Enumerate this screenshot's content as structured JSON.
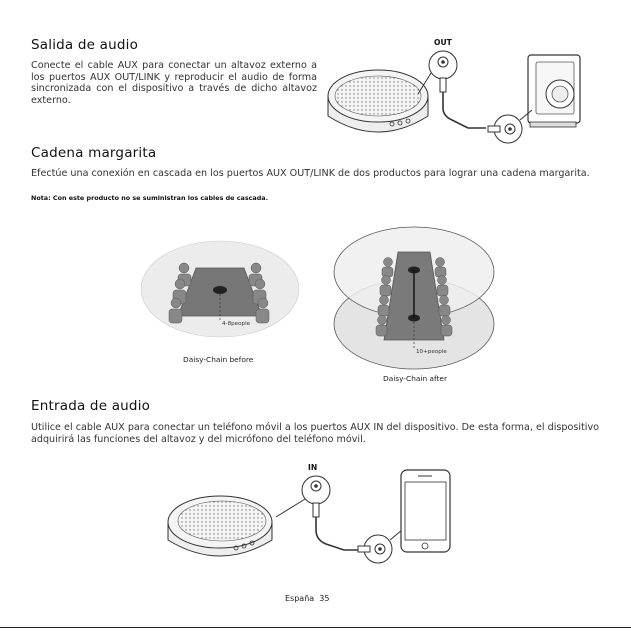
{
  "sections": {
    "audio_out": {
      "title": "Salida de audio",
      "body": "Conecte el cable AUX para conectar un altavoz externo a los puertos AUX OUT/LINK y reproducir el audio de forma sincronizada con el dispositivo a través de dicho altavoz externo.",
      "plug_label": "OUT"
    },
    "daisy_chain": {
      "title": "Cadena margarita",
      "body": "Efectúe una conexión en cascada en los puertos AUX OUT/LINK de dos productos para lograr una cadena margarita.",
      "note": "Nota: Con este producto no se suministran los cables de cascada.",
      "before_caption": "Daisy-Chain before",
      "after_caption": "Daisy-Chain after",
      "before_people": "4-8people",
      "after_people": "10+people"
    },
    "audio_in": {
      "title": "Entrada de audio",
      "body": "Utilice el cable AUX para conectar un teléfono móvil a los puertos AUX IN del dispositivo. De esta forma, el dispositivo adquirirá las funciones del altavoz y del micrófono del teléfono móvil.",
      "plug_label": "IN"
    }
  },
  "footer": {
    "country": "España",
    "page_number": "35"
  }
}
